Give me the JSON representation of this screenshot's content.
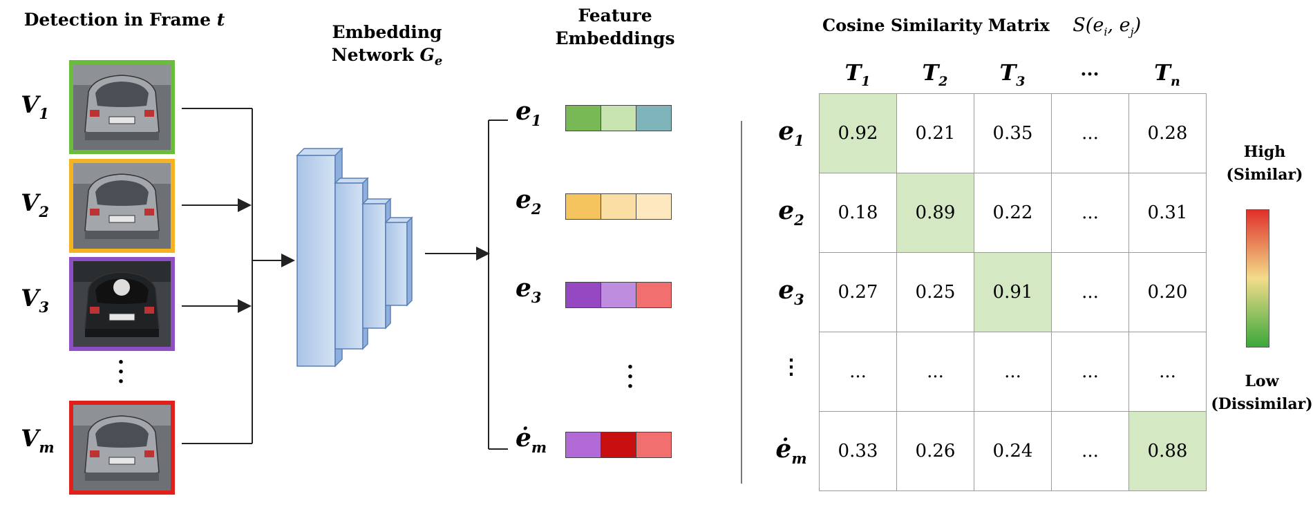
{
  "left": {
    "title": "Detection in Frame",
    "title_var": "t",
    "vehicles": [
      {
        "label": "V",
        "sub": "1",
        "color": "#6cbc3c"
      },
      {
        "label": "V",
        "sub": "2",
        "color": "#f5b324"
      },
      {
        "label": "V",
        "sub": "3",
        "color": "#8f4fc4"
      },
      {
        "label": "V",
        "sub": "m",
        "color": "#e0201b"
      }
    ]
  },
  "network": {
    "title_line1": "Embedding",
    "title_line2": "Network",
    "title_var": "G",
    "title_var_sub": "e"
  },
  "embeddings": {
    "title_line1": "Feature",
    "title_line2": "Embeddings",
    "rows": [
      {
        "label": "e",
        "sub": "1",
        "chips": [
          "#79b955",
          "#c7e3b0",
          "#7fb4ba"
        ]
      },
      {
        "label": "e",
        "sub": "2",
        "chips": [
          "#f6c45e",
          "#fbdea3",
          "#fde8c0"
        ]
      },
      {
        "label": "e",
        "sub": "3",
        "chips": [
          "#9548c2",
          "#bf8ddf",
          "#f26f6f"
        ]
      },
      {
        "label": "ė",
        "sub": "m",
        "chips": [
          "#b26ad6",
          "#c81010",
          "#f26f6f"
        ]
      }
    ]
  },
  "matrix": {
    "title": "Cosine Similarity Matrix",
    "title_formula": "S(e",
    "title_formula_i": "i",
    "title_formula_mid": ", e",
    "title_formula_j": "j",
    "title_formula_end": ")",
    "columns": [
      {
        "label": "T",
        "sub": "1"
      },
      {
        "label": "T",
        "sub": "2"
      },
      {
        "label": "T",
        "sub": "3"
      },
      {
        "label": "...",
        "sub": ""
      },
      {
        "label": "T",
        "sub": "n"
      }
    ],
    "rows": [
      {
        "label": "e",
        "sub": "1",
        "cells": [
          "0.92",
          "0.21",
          "0.35",
          "...",
          "0.28"
        ]
      },
      {
        "label": "e",
        "sub": "2",
        "cells": [
          "0.18",
          "0.89",
          "0.22",
          "...",
          "0.31"
        ]
      },
      {
        "label": "e",
        "sub": "3",
        "cells": [
          "0.27",
          "0.25",
          "0.91",
          "...",
          "0.20"
        ]
      },
      {
        "label": "⋮",
        "sub": "",
        "cells": [
          "...",
          "...",
          "...",
          "...",
          "..."
        ]
      },
      {
        "label": "ė",
        "sub": "m",
        "cells": [
          "0.33",
          "0.26",
          "0.24",
          "...",
          "0.88"
        ]
      }
    ],
    "highlight_color": "#d4e9c3"
  },
  "legend": {
    "high_line1": "High",
    "high_line2": "(Similar)",
    "low_line1": "Low",
    "low_line2": "(Dissimilar)",
    "gradient_top": "#e0302a",
    "gradient_mid": "#f2dc8a",
    "gradient_bottom": "#3aa83a"
  }
}
